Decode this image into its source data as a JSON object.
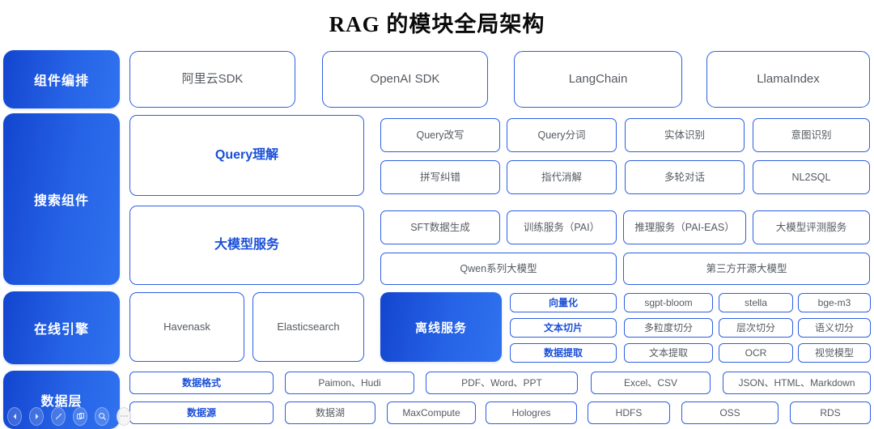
{
  "title": "RAG 的模块全局架构",
  "colors": {
    "accent": "#2c5fe0",
    "accent_dark": "#1345cf",
    "accent_light": "#2f72ef",
    "label_blue": "#1a4fd8",
    "box_text": "#555a60"
  },
  "layers": [
    {
      "key": "orchestration",
      "label": "组件编排"
    },
    {
      "key": "search_components",
      "label": "搜索组件"
    },
    {
      "key": "online_engine",
      "label": "在线引擎"
    },
    {
      "key": "data_layer",
      "label": "数据层"
    }
  ],
  "orchestration": {
    "items": [
      "阿里云SDK",
      "OpenAI SDK",
      "LangChain",
      "LlamaIndex"
    ]
  },
  "search_components": {
    "groups": [
      {
        "header": "Query理解",
        "rows": [
          [
            "Query改写",
            "Query分词",
            "实体识别",
            "意图识别"
          ],
          [
            "拼写纠错",
            "指代消解",
            "多轮对话",
            "NL2SQL"
          ]
        ]
      },
      {
        "header": "大模型服务",
        "rows": [
          [
            "SFT数据生成",
            "训练服务（PAI）",
            "推理服务（PAI-EAS）",
            "大模型评测服务"
          ],
          [
            "Qwen系列大模型",
            "第三方开源大模型"
          ]
        ]
      }
    ]
  },
  "online_engine": {
    "engines": [
      "Havenask",
      "Elasticsearch"
    ],
    "offline_service": {
      "header": "离线服务",
      "rows": [
        {
          "label": "向量化",
          "items": [
            "sgpt-bloom",
            "stella",
            "bge-m3"
          ]
        },
        {
          "label": "文本切片",
          "items": [
            "多粒度切分",
            "层次切分",
            "语义切分"
          ]
        },
        {
          "label": "数据提取",
          "items": [
            "文本提取",
            "OCR",
            "视觉模型"
          ]
        }
      ]
    }
  },
  "data_layer": {
    "rows": [
      {
        "label": "数据格式",
        "items": [
          "Paimon、Hudi",
          "PDF、Word、PPT",
          "Excel、CSV",
          "JSON、HTML、Markdown"
        ]
      },
      {
        "label": "数据源",
        "items": [
          "数据湖",
          "MaxCompute",
          "Hologres",
          "HDFS",
          "OSS",
          "RDS"
        ]
      }
    ]
  },
  "toolbar": {
    "buttons": [
      "back-icon",
      "forward-icon",
      "pen-icon",
      "copy-icon",
      "search-icon",
      "more-icon"
    ]
  }
}
